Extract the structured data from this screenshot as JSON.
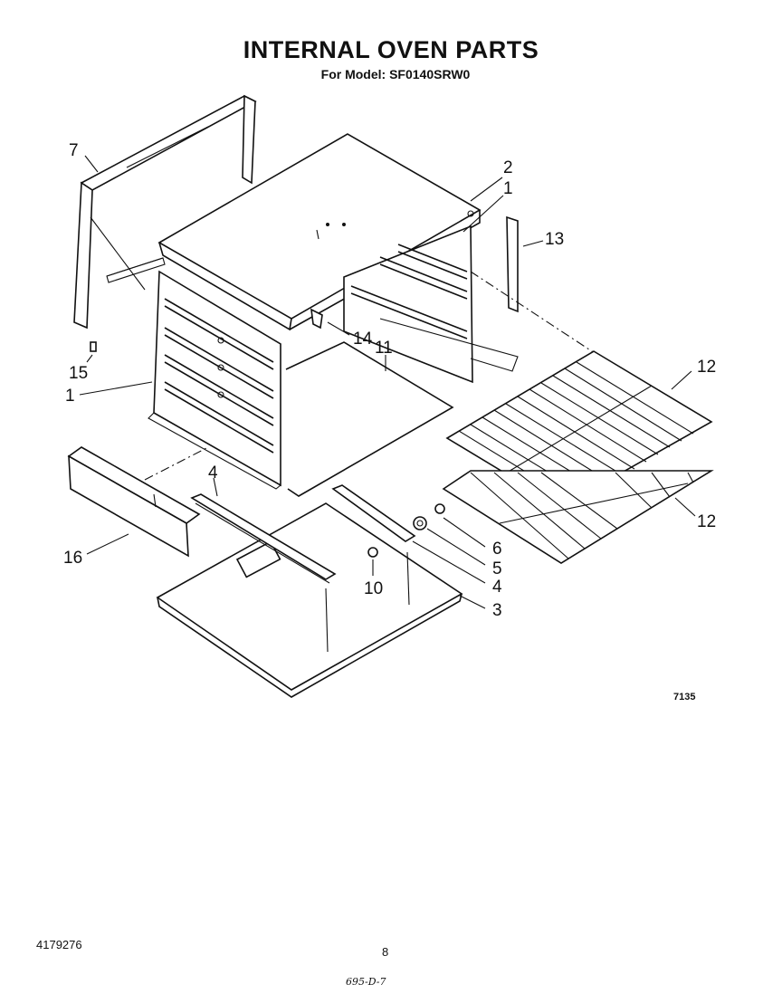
{
  "header": {
    "title": "INTERNAL OVEN PARTS",
    "subtitle": "For Model: SF0140SRW0"
  },
  "callouts": {
    "c7": "7",
    "c2": "2",
    "c1_top": "1",
    "c13": "13",
    "c14": "14",
    "c11": "11",
    "c15": "15",
    "c1_left": "1",
    "c12_top": "12",
    "c4_left": "4",
    "c16": "16",
    "c6": "6",
    "c5": "5",
    "c4_right": "4",
    "c10": "10",
    "c3": "3",
    "c12_bottom": "12"
  },
  "figure_number": "7135",
  "footer": {
    "doc_number": "4179276",
    "page_number": "8",
    "handwritten_code": "695-D-7"
  }
}
